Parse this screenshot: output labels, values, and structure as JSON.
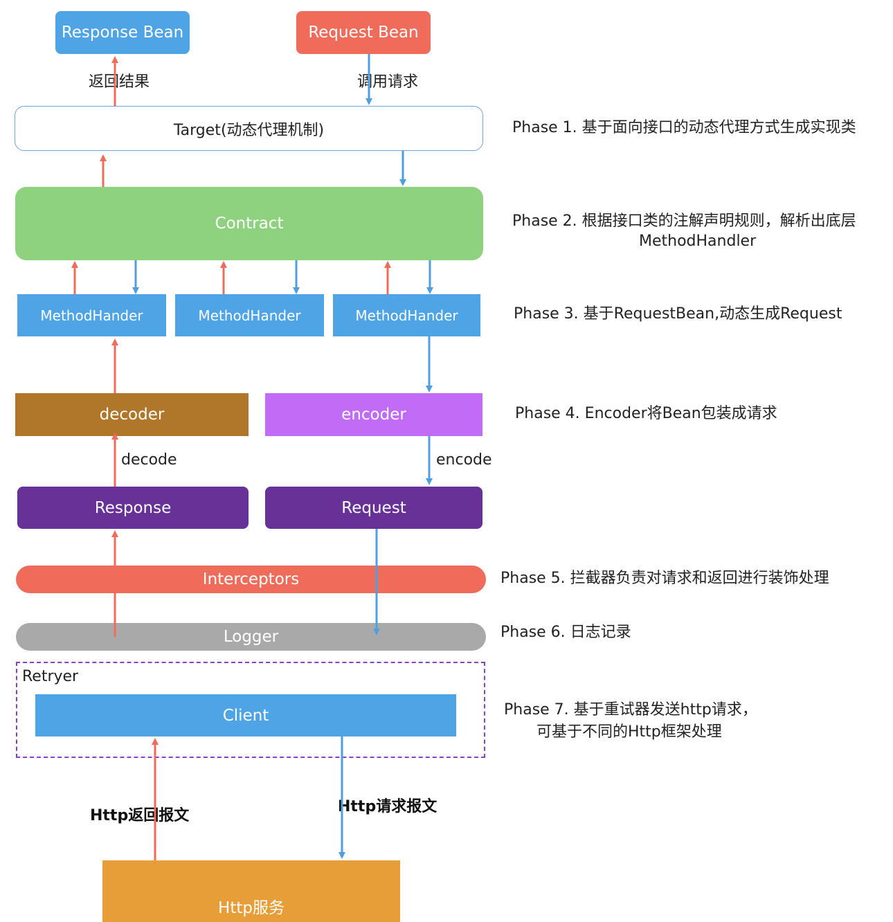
{
  "nodes": {
    "response_bean": "Response Bean",
    "request_bean": "Request Bean",
    "target": "Target(动态代理机制)",
    "contract": "Contract",
    "method_handler_1": "MethodHander",
    "method_handler_2": "MethodHander",
    "method_handler_3": "MethodHander",
    "decoder": "decoder",
    "encoder": "encoder",
    "response": "Response",
    "request": "Request",
    "interceptors": "Interceptors",
    "logger": "Logger",
    "retryer": "Retryer",
    "client": "Client",
    "http_service": "Http服务"
  },
  "edge_labels": {
    "return_result": "返回结果",
    "invoke_request": "调用请求",
    "decode": "decode",
    "encode": "encode",
    "http_response": "Http返回报文",
    "http_request": "Http请求报文"
  },
  "phases": {
    "p1": "Phase 1. 基于面向接口的动态代理方式生成实现类",
    "p2_line1": "Phase 2. 根据接口类的注解声明规则，解析出底层",
    "p2_line2": "MethodHandler",
    "p3": "Phase 3. 基于RequestBean,动态生成Request",
    "p4": "Phase 4. Encoder将Bean包装成请求",
    "p5": "Phase 5. 拦截器负责对请求和返回进行装饰处理",
    "p6": "Phase 6. 日志记录",
    "p7_line1": "Phase 7. 基于重试器发送http请求，",
    "p7_line2": "可基于不同的Http框架处理"
  },
  "colors": {
    "up_arrow": "#ef6c5b",
    "down_arrow": "#4f9ee0",
    "response_bean": "#4fa4e6",
    "request_bean": "#ef6c5b",
    "contract": "#8ed27f",
    "method_handler": "#4fa4e6",
    "decoder": "#b0772a",
    "encoder": "#c06cf7",
    "response_request": "#673198",
    "interceptors": "#ef6c5b",
    "logger": "#a9a9a9",
    "client": "#4fa4e6",
    "http_service": "#e89e38",
    "retryer_border": "#8b3fc7"
  }
}
